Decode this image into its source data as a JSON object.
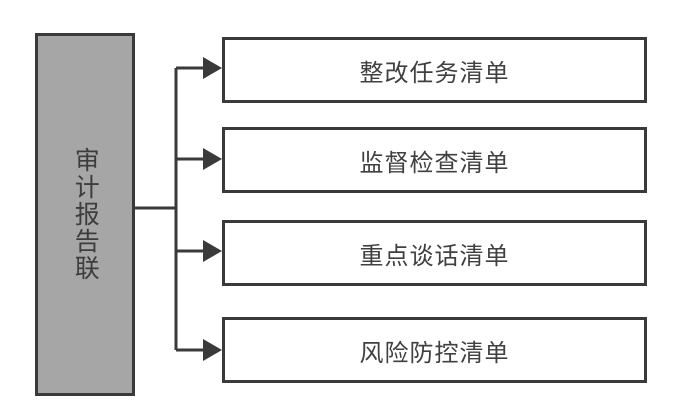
{
  "diagram": {
    "title_text": "审计报告联",
    "source": {
      "label": "审计报告联",
      "fill_color": "#a6a6a6",
      "border_color": "#3a3a3a",
      "text_color": "#3d3d3d",
      "orientation": "vertical"
    },
    "connector": {
      "style": "orthogonal-elbow",
      "arrow_style": "filled-triangle",
      "line_color": "#3a3a3a",
      "branch_count": 4
    },
    "targets": [
      {
        "label": "整改任务清单",
        "fill_color": "#ffffff",
        "border_color": "#3a3a3a",
        "text_color": "#404040"
      },
      {
        "label": "监督检查清单",
        "fill_color": "#ffffff",
        "border_color": "#3a3a3a",
        "text_color": "#404040"
      },
      {
        "label": "重点谈话清单",
        "fill_color": "#ffffff",
        "border_color": "#3a3a3a",
        "text_color": "#404040"
      },
      {
        "label": "风险防控清单",
        "fill_color": "#ffffff",
        "border_color": "#3a3a3a",
        "text_color": "#404040"
      }
    ]
  }
}
